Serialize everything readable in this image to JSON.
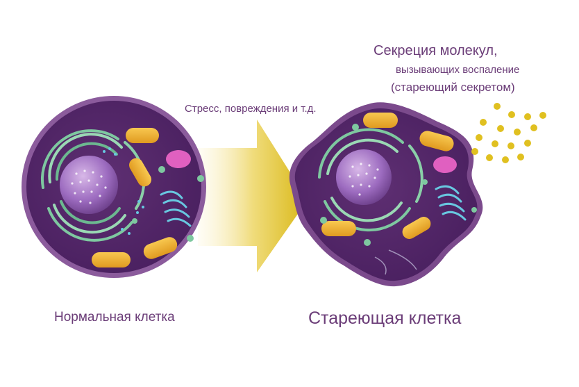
{
  "labels": {
    "normal_cell": "Нормальная клетка",
    "senescent_cell": "Стареющая клетка",
    "stress": "Стресс, повреждения и т.д.",
    "secretion_line1": "Секреция молекул,",
    "secretion_line2": "вызывающих воспаление",
    "secretion_line3": "(стареющий секретом)"
  },
  "colors": {
    "cytoplasm": "#5a2a6e",
    "membrane": "#7b4a8c",
    "nucleus": "#9d6cc0",
    "endoplasmic_reticulum": "#7ec8a0",
    "mitochondria": "#f0b030",
    "vesicle": "#e060c0",
    "golgi": "#68c8e0",
    "arrow": "#e0c020",
    "secreted_molecules": "#e0c020",
    "label_text": "#6b3d78"
  }
}
